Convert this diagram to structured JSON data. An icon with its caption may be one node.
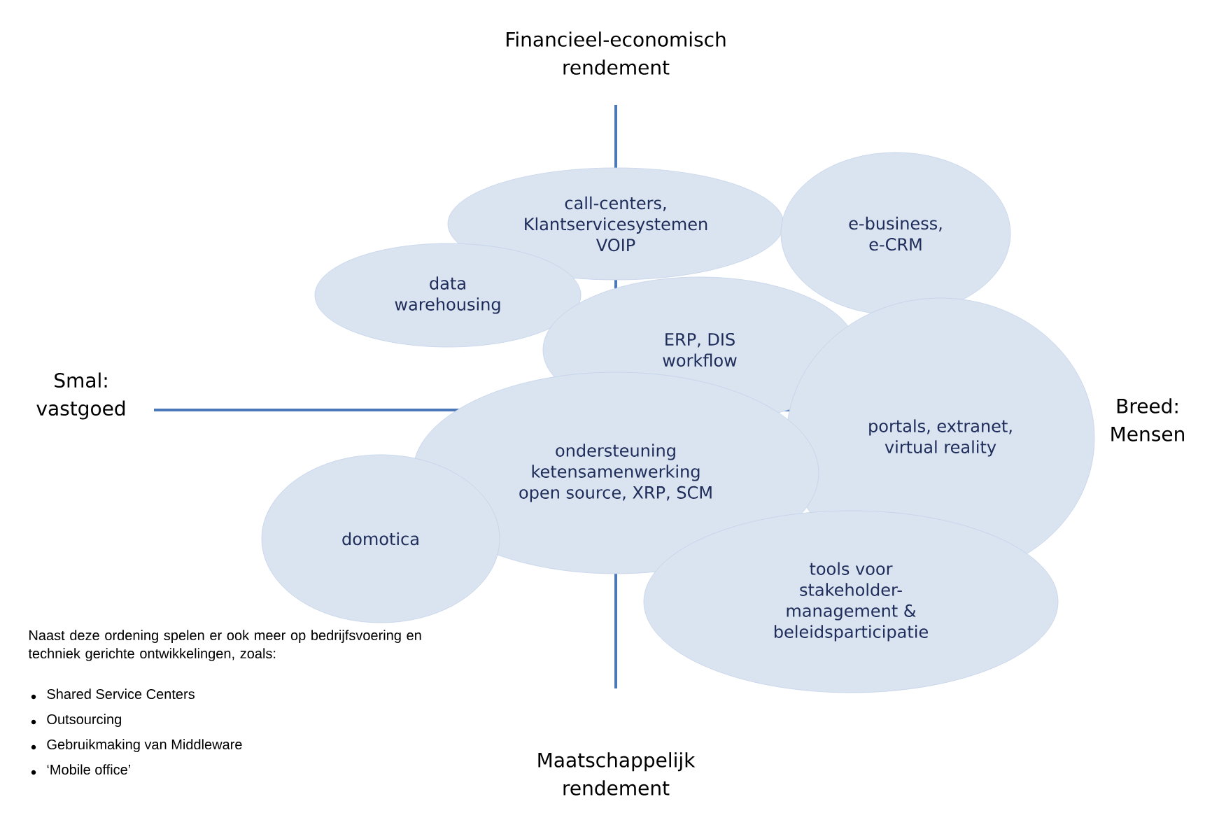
{
  "diagram": {
    "nodes": [
      {
        "text": [
          "call-centers, Klantservicesystemen VOIP"
        ]
      },
      {
        "text": [
          "e-business, e-CRM"
        ]
      },
      {
        "text": [
          "data warehousing"
        ]
      },
      {
        "text": [
          "ERP, DIS workflow"
        ]
      },
      {
        "text": [
          "portals, extranet, virtual reality"
        ]
      },
      {
        "text": [
          "ondersteuning ketensamenwerking open source, XRP, SCM"
        ]
      },
      {
        "text": [
          "domotica"
        ]
      },
      {
        "text": [
          "tools voor stakeholder-management & beleidsparticipatie"
        ]
      }
    ],
    "labels": [
      "Financieel-economisch rendement",
      "Smal: vastgoed",
      "Breed: Mensen",
      "Maatschappelijk rendement",
      "Naast deze ordening spelen er ook meer op bedrijfsvoering en techniek gerichte ontwikkelingen, zoals:",
      "Shared Service Centers",
      "Outsourcing",
      "Gebruikmaking van Middleware",
      "‘Mobile office’"
    ]
  }
}
